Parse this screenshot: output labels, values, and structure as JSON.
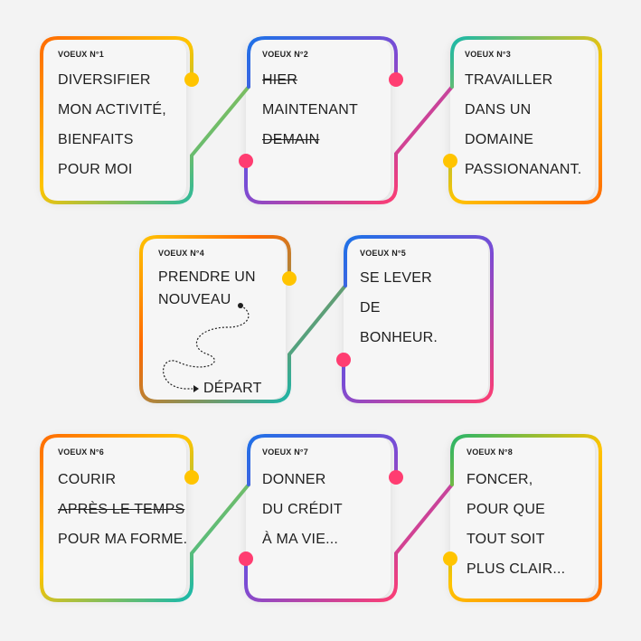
{
  "colors": {
    "orange": "#ff6a00",
    "yellow": "#ffc400",
    "green": "#1db46f",
    "teal": "#10b8b0",
    "blue": "#1a73e8",
    "purple": "#7b4bd4",
    "pink": "#ff3d71"
  },
  "vows": [
    {
      "label": "VOEUX N°1",
      "lines": [
        {
          "text": "DIVERSIFIER"
        },
        {
          "text": "MON ACTIVITÉ,"
        },
        {
          "text": "BIENFAITS"
        },
        {
          "text": "POUR MOI"
        }
      ]
    },
    {
      "label": "VOEUX N°2",
      "lines": [
        {
          "text": "HIER",
          "strike": true
        },
        {
          "text": "MAINTENANT"
        },
        {
          "text": "DEMAIN",
          "strike": true
        }
      ]
    },
    {
      "label": "VOEUX N°3",
      "lines": [
        {
          "text": "TRAVAILLER"
        },
        {
          "text": "DANS UN"
        },
        {
          "text": "DOMAINE"
        },
        {
          "text": "PASSIONANANT."
        }
      ]
    },
    {
      "label": "VOEUX N°4",
      "lines": [
        {
          "text": "PRENDRE UN"
        },
        {
          "text": "NOUVEAU"
        },
        {
          "text": "DÉPART"
        }
      ]
    },
    {
      "label": "VOEUX N°5",
      "lines": [
        {
          "text": "SE LEVER"
        },
        {
          "text": "DE"
        },
        {
          "text": "BONHEUR."
        }
      ]
    },
    {
      "label": "VOEUX N°6",
      "lines": [
        {
          "text": "COURIR"
        },
        {
          "text": "APRÈS LE TEMPS",
          "strike": true
        },
        {
          "text": "POUR MA FORME."
        }
      ]
    },
    {
      "label": "VOEUX N°7",
      "lines": [
        {
          "text": "DONNER"
        },
        {
          "text": "DU CRÉDIT"
        },
        {
          "text": "À MA VIE..."
        }
      ]
    },
    {
      "label": "VOEUX N°8",
      "lines": [
        {
          "text": "FONCER,"
        },
        {
          "text": "POUR QUE"
        },
        {
          "text": "TOUT SOIT"
        },
        {
          "text": "PLUS CLAIR..."
        }
      ]
    }
  ]
}
